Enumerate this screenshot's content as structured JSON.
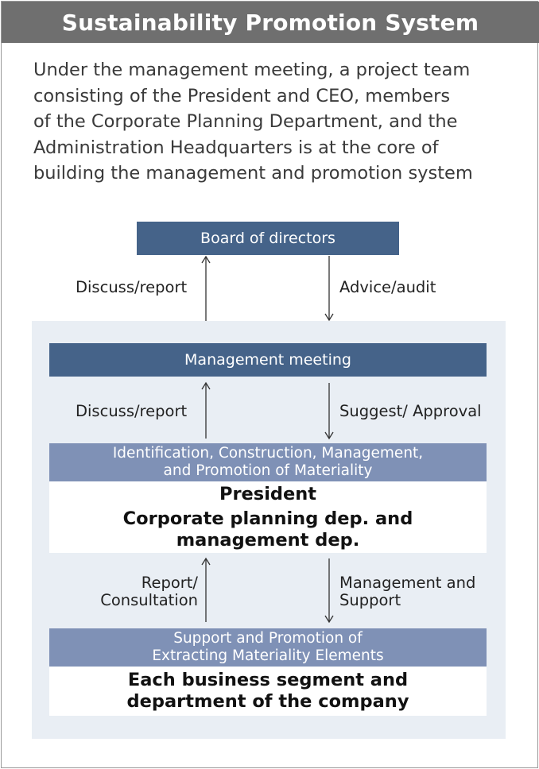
{
  "title": "Sustainability Promotion System",
  "intro_lines": [
    "Under the management meeting, a project team",
    "consisting of the President and CEO, members",
    "of the Corporate Planning Department, and the",
    "Administration Headquarters is at the core of",
    "building the management and promotion system"
  ],
  "diagram": {
    "board": "Board of directors",
    "board_up_label": "Discuss/report",
    "board_down_label": "Advice/audit",
    "management": "Management meeting",
    "mgmt_up_label": "Discuss/report",
    "mgmt_down_label": "Suggest/ Approval",
    "materiality_header": [
      "Identification, Construction, Management,",
      "and Promotion of Materiality"
    ],
    "materiality_body": [
      "President",
      "Corporate planning dep. and",
      "management dep."
    ],
    "mat_up_label": [
      "Report/",
      "Consultation"
    ],
    "mat_down_label": [
      "Management and",
      "Support"
    ],
    "support_header": [
      "Support and Promotion of",
      "Extracting Materiality Elements"
    ],
    "support_body": [
      "Each business segment and",
      "department of the company"
    ]
  },
  "colors": {
    "title_bar": "#6f6f6f",
    "dark_box": "#456389",
    "mid_box": "#7f91b6",
    "panel": "#e9eef4"
  }
}
